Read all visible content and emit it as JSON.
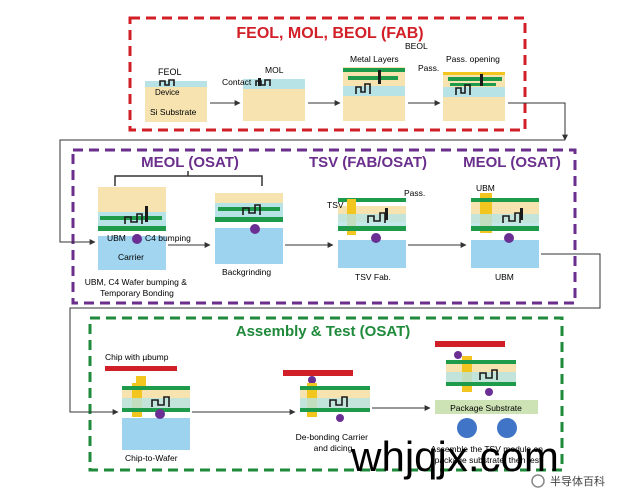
{
  "sections": {
    "fab": {
      "title": "FEOL, MOL, BEOL (FAB)",
      "color": "#d21f27"
    },
    "meol1": {
      "title": "MEOL (OSAT)",
      "color": "#6a2e8c"
    },
    "tsv": {
      "title": "TSV (FAB/OSAT)",
      "color": "#6a2e8c"
    },
    "meol2": {
      "title": "MEOL (OSAT)",
      "color": "#6a2e8c"
    },
    "assembly": {
      "title": "Assembly & Test (OSAT)",
      "color": "#1e8a3a"
    }
  },
  "fab_labels": {
    "feol": "FEOL",
    "device": "Device",
    "substrate": "Si Substrate",
    "contact": "Contact",
    "mol": "MOL",
    "metal_layers": "Metal Layers",
    "beol": "BEOL",
    "pass": "Pass.",
    "pass_opening": "Pass. opening"
  },
  "meol_labels": {
    "ubm": "UBM",
    "c4_bumping": "C4 bumping",
    "carrier": "Carrier",
    "step1_caption": "UBM, C4 Wafer bumping &\nTemporary Bonding",
    "backgrinding": "Backgrinding",
    "tsv": "TSV",
    "pass": "Pass.",
    "tsv_fab": "TSV Fab.",
    "ubm_top": "UBM",
    "ubm_bottom": "UBM"
  },
  "assembly_labels": {
    "chip_ubump": "Chip with µbump",
    "chip_to_wafer": "Chip-to-Wafer",
    "debonding": "De-bonding Carrier\nand dicing",
    "package_substrate": "Package Substrate",
    "assemble": "Assemble the TSV module on\npackage substrate, then test"
  },
  "watermark": {
    "site": "whjqjx.com",
    "account": "半导体百科"
  },
  "colors": {
    "silicon": "#f6e3b0",
    "device": "#b7e3e6",
    "metal": "#1d9a4a",
    "wire": "#1a1a1a",
    "carrier": "#9dd3ef",
    "bump": "#6b2f94",
    "tsv": "#f2c61f",
    "chip_bar": "#d01f27",
    "package": "#cde3b5",
    "ball": "#3f74c7",
    "arrow": "#333333"
  }
}
